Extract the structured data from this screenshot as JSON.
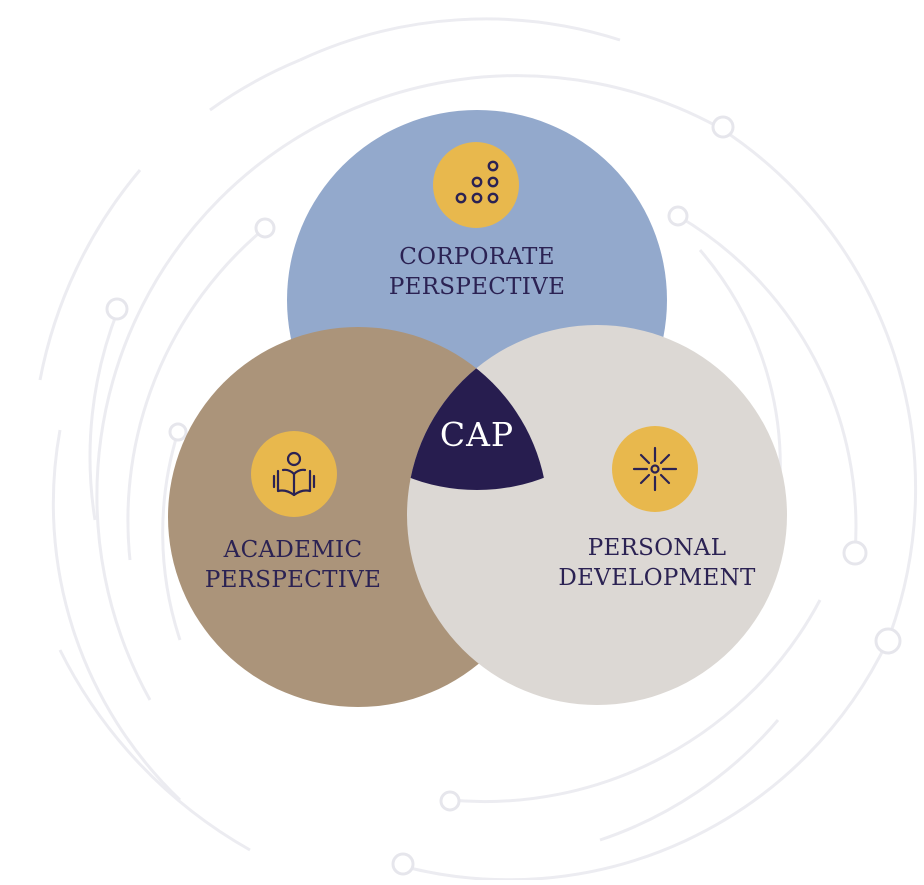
{
  "diagram": {
    "center": {
      "label": "CAP"
    },
    "circles": [
      {
        "id": "corporate",
        "line1": "CORPORATE",
        "line2": "PERSPECTIVE",
        "color": "#93a9cc",
        "icon": "growth-dots-icon"
      },
      {
        "id": "academic",
        "line1": "ACADEMIC",
        "line2": "PERSPECTIVE",
        "color": "#ab947a",
        "icon": "reading-book-icon"
      },
      {
        "id": "personal",
        "line1": "PERSONAL",
        "line2": "DEVELOPMENT",
        "color": "#dcd8d4",
        "icon": "spark-burst-icon"
      }
    ],
    "colors": {
      "icon_badge": "#e8b84d",
      "text": "#2b2253",
      "center_fill": "#271d4f",
      "background_lines": "#ececf1"
    }
  }
}
